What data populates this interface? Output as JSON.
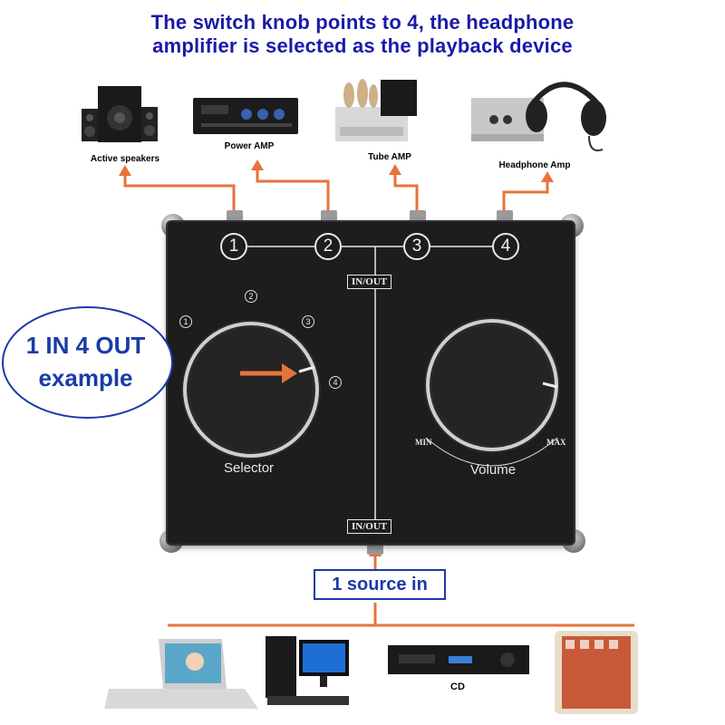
{
  "header": {
    "line1": "The switch knob points to 4, the headphone",
    "line2": "amplifier is selected as the playback device"
  },
  "outputs": [
    {
      "label": "Active speakers",
      "icon": "speakers-icon"
    },
    {
      "label": "Power AMP",
      "icon": "power-amp-icon"
    },
    {
      "label": "Tube AMP",
      "icon": "tube-amp-icon"
    },
    {
      "label": "Headphone Amp",
      "icon": "headphone-amp-icon"
    }
  ],
  "ports": [
    "1",
    "2",
    "3",
    "4"
  ],
  "io_label": "IN/OUT",
  "selector": {
    "label": "Selector",
    "positions": [
      "1",
      "2",
      "3",
      "4"
    ],
    "selected": "4"
  },
  "volume": {
    "label": "Volume",
    "min_label": "MIN",
    "max_label": "MAX"
  },
  "example": {
    "line1": "1 IN 4 OUT",
    "line2": "example"
  },
  "source_label": "1 source in",
  "sources": [
    {
      "label": "",
      "icon": "laptop-icon"
    },
    {
      "label": "",
      "icon": "desktop-pc-icon"
    },
    {
      "label": "CD",
      "icon": "cd-player-icon"
    },
    {
      "label": "",
      "icon": "tablet-icon"
    }
  ],
  "colors": {
    "title": "#1a1aa8",
    "arrow": "#e8733a",
    "box": "#1d1d1d",
    "accent_blue": "#1a3aa8"
  }
}
